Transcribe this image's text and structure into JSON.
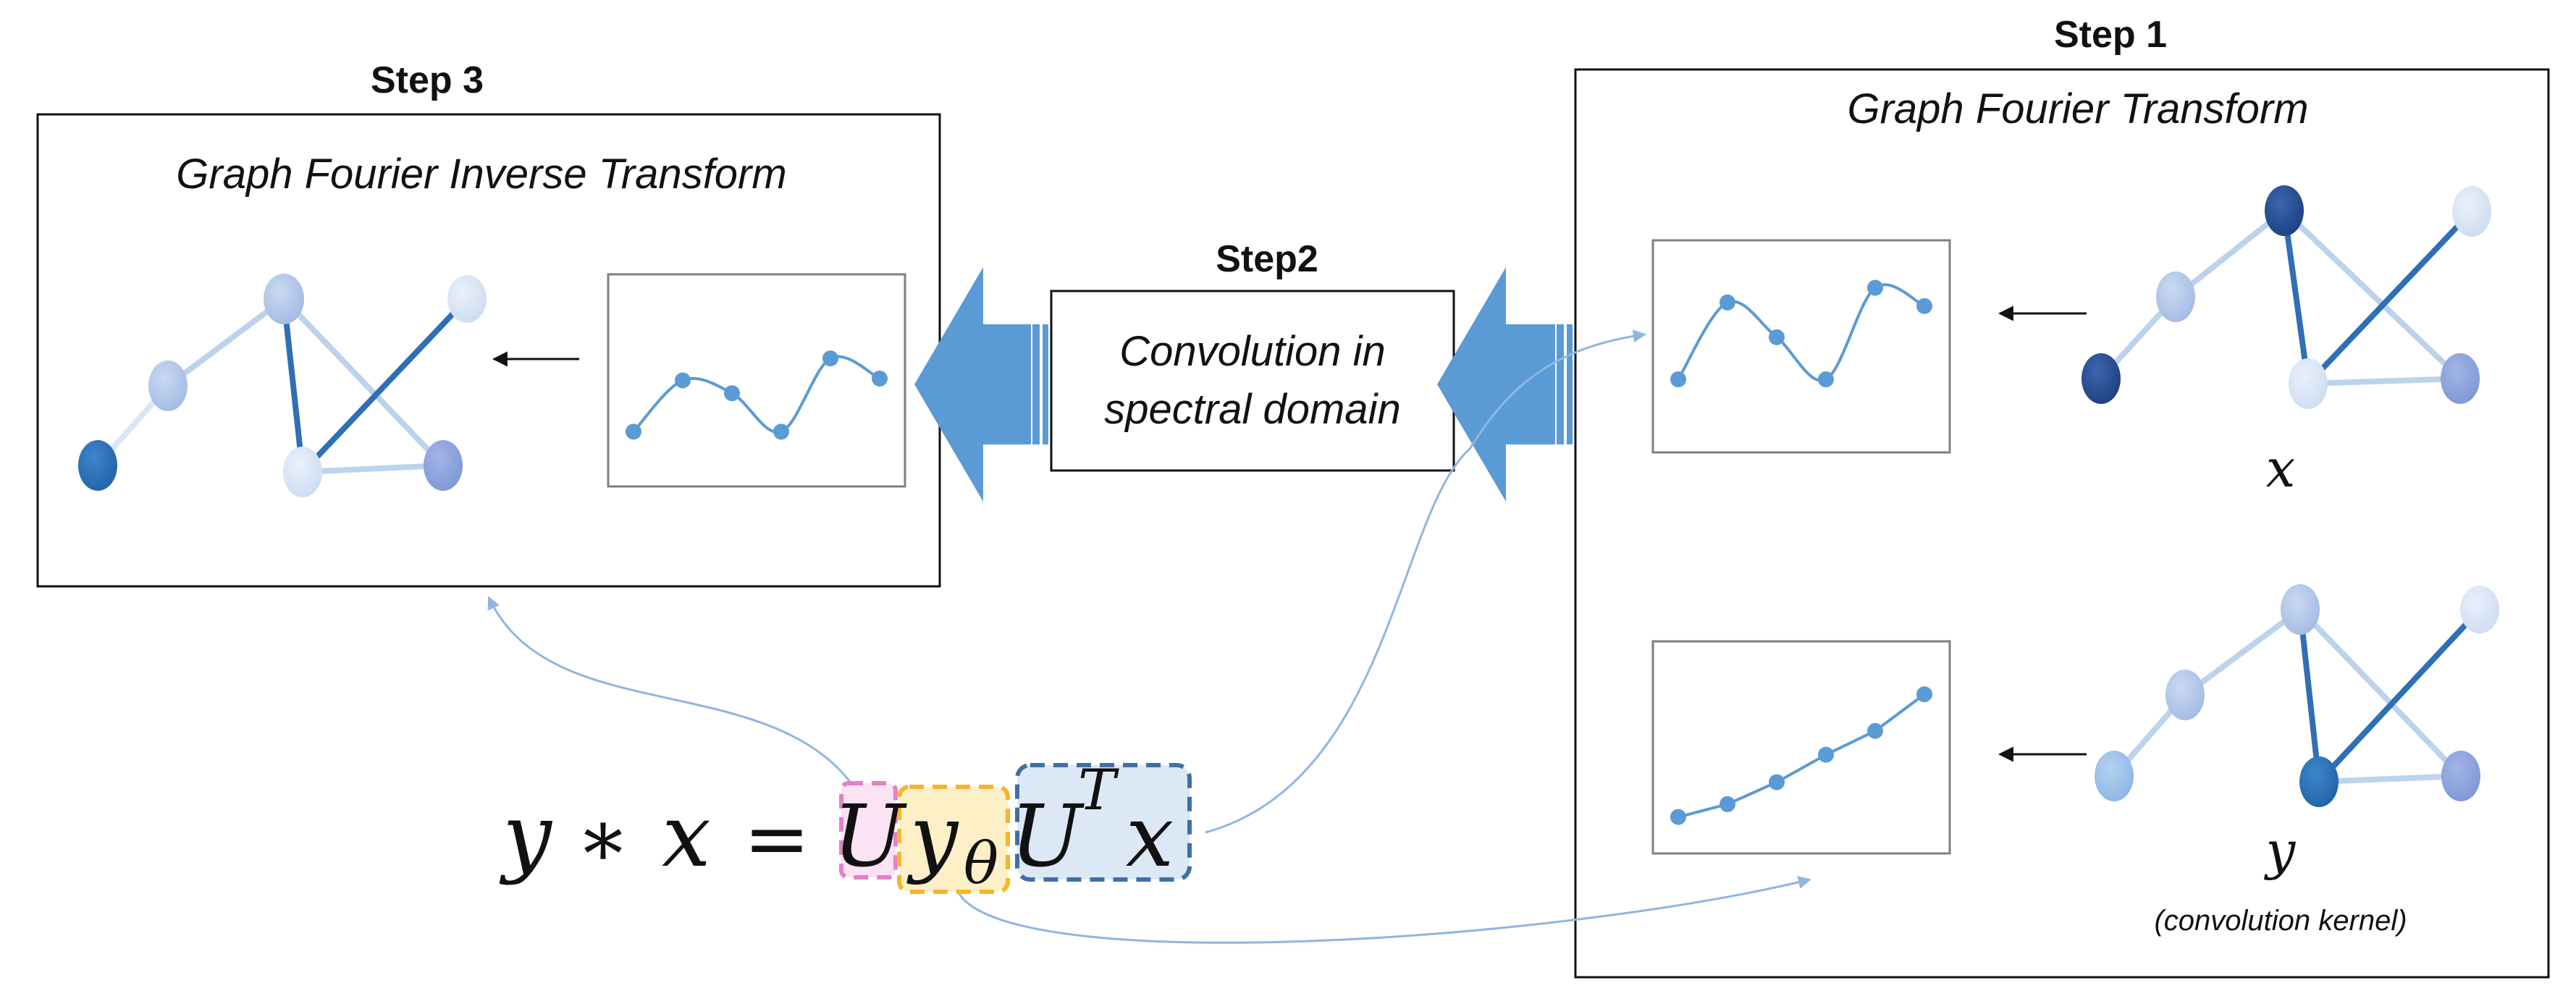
{
  "colors": {
    "edge_light": "#bcd3ec",
    "edge_dark": "#2e6fb5",
    "arrow_fill": "#5b9bd5",
    "plot_line": "#5b9bd5",
    "curve": "#8fb6e0",
    "box_pink": "#e77fc8",
    "fill_pink": "#fbe3f3",
    "box_orange": "#f5b52c",
    "fill_orange": "#fdf0c7",
    "box_blue": "#3f6fa6",
    "fill_blue": "#dce8f6"
  },
  "step1": {
    "label": "Step 1",
    "title": "Graph Fourier Transform",
    "x_symbol": "x",
    "y_symbol": "y",
    "kernel_caption": "(convolution kernel)"
  },
  "step2": {
    "label": "Step2",
    "line1": "Convolution in",
    "line2": "spectral domain"
  },
  "step3": {
    "label": "Step 3",
    "title": "Graph Fourier Inverse Transform"
  },
  "equation": {
    "lhs_y": "y",
    "op_star": "∗",
    "lhs_x": "x",
    "equals": "=",
    "U": "U",
    "y_theta_base": "y",
    "y_theta_sub": "θ",
    "UT_base": "U",
    "UT_sup": "T",
    "x": "x"
  },
  "plots": {
    "step1_x_signal": [
      0.32,
      0.74,
      0.55,
      0.32,
      0.82,
      0.72
    ],
    "step1_y_signal": [
      0.12,
      0.19,
      0.31,
      0.46,
      0.59,
      0.79
    ],
    "step3_result": [
      0.22,
      0.5,
      0.43,
      0.22,
      0.62,
      0.51
    ]
  }
}
